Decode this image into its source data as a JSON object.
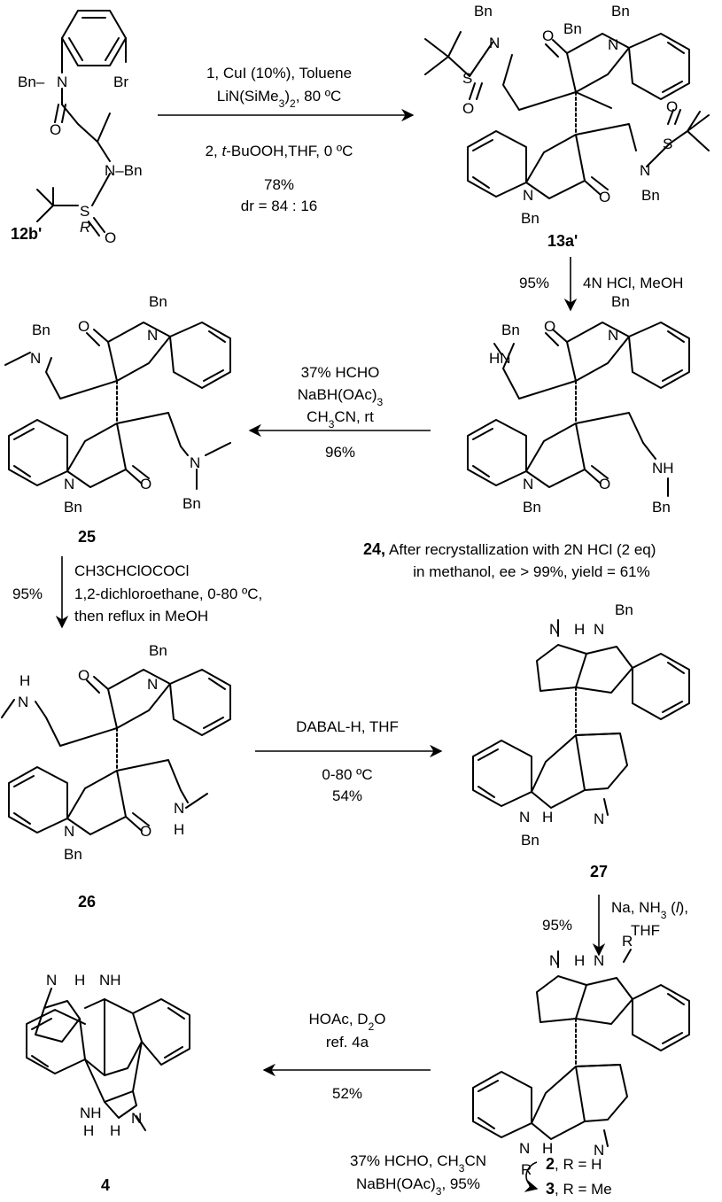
{
  "compounds": {
    "c12b": "12b'",
    "c13a": "13a'",
    "c24_id": "24,",
    "c24_note1": "After recrystallization with 2N HCl (2 eq)",
    "c24_note2": "in methanol, ee > 99%, yield = 61%",
    "c25": "25",
    "c26": "26",
    "c27": "27",
    "c2_num": "2",
    "c2_rest": ", R = H",
    "c3_num": "3",
    "c3_rest": ", R = Me",
    "c4": "4"
  },
  "steps": {
    "s1": {
      "l1": "1, CuI (10%), Toluene",
      "l2a": "LiN(SiMe",
      "l2sub": "3",
      "l2b": ")",
      "l2sub2": "2",
      "l2c": ", 80 ºC",
      "l3a": "2, ",
      "l3i": "t",
      "l3b": "-BuOOH,THF, 0 ºC",
      "l4": "78%",
      "l5": "dr = 84 : 16"
    },
    "s2": {
      "yield": "95%",
      "reagent": "4N HCl, MeOH"
    },
    "s3": {
      "l1": "37% HCHO",
      "l2a": "NaBH(OAc)",
      "l2sub": "3",
      "l3a": "CH",
      "l3sub": "3",
      "l3b": "CN, rt",
      "yield": "96%"
    },
    "s4": {
      "yield": "95%",
      "l1": "CH3CHClOCOCl",
      "l2": "1,2-dichloroethane, 0-80 ºC,",
      "l3": "then reflux in MeOH"
    },
    "s5": {
      "l1": "DABAL-H, THF",
      "l2": "0-80 ºC",
      "l3": "54%"
    },
    "s6": {
      "yield": "95%",
      "l1a": "Na, NH",
      "l1sub": "3",
      "l1b": " (",
      "l1i": "l",
      "l1c": "),",
      "l2": "THF"
    },
    "s7": {
      "l1a": "HOAc, D",
      "l1sub": "2",
      "l1b": "O",
      "l2": "ref. 4a",
      "l3": "52%"
    },
    "s8": {
      "l1a": "37% HCHO, CH",
      "l1sub": "3",
      "l1b": "CN",
      "l2a": "NaBH(OAc)",
      "l2sub": "3",
      "l2b": ", 95%"
    }
  },
  "atoms": {
    "Bn": "Bn",
    "N": "N",
    "O": "O",
    "S": "S",
    "Br": "Br",
    "H": "H",
    "HN": "HN",
    "NH": "NH",
    "R": "R",
    "Bn_dash": "Bn–",
    "N_dash": "N–Bn"
  }
}
